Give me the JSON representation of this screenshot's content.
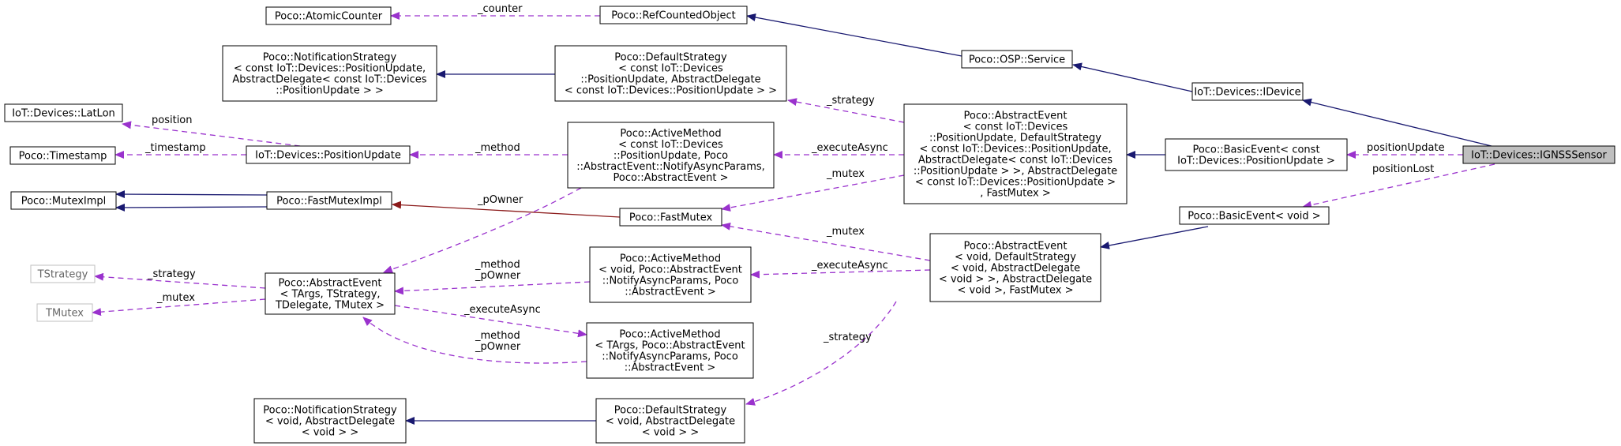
{
  "diagram": {
    "nodes": {
      "atomic_counter": [
        "Poco::AtomicCounter"
      ],
      "refcounted": [
        "Poco::RefCountedObject"
      ],
      "osp_service": [
        "Poco::OSP::Service"
      ],
      "idevice": [
        "IoT::Devices::IDevice"
      ],
      "ignss": [
        "IoT::Devices::IGNSSSensor"
      ],
      "notif_strategy_pu": [
        "Poco::NotificationStrategy",
        "< const IoT::Devices::PositionUpdate,",
        " AbstractDelegate< const IoT::Devices",
        "::PositionUpdate > >"
      ],
      "default_strategy_pu": [
        "Poco::DefaultStrategy",
        "< const IoT::Devices",
        "::PositionUpdate, AbstractDelegate",
        "< const IoT::Devices::PositionUpdate > >"
      ],
      "latlon": [
        "IoT::Devices::LatLon"
      ],
      "timestamp": [
        "Poco::Timestamp"
      ],
      "position_update": [
        "IoT::Devices::PositionUpdate"
      ],
      "active_method_pu": [
        "Poco::ActiveMethod",
        "< const IoT::Devices",
        "::PositionUpdate, Poco",
        "::AbstractEvent::NotifyAsyncParams,",
        " Poco::AbstractEvent >"
      ],
      "abstract_event_pu": [
        "Poco::AbstractEvent",
        "< const IoT::Devices",
        "::PositionUpdate, DefaultStrategy",
        "< const IoT::Devices::PositionUpdate,",
        " AbstractDelegate< const IoT::Devices",
        "::PositionUpdate > >, AbstractDelegate",
        "< const IoT::Devices::PositionUpdate >",
        ", FastMutex >"
      ],
      "basic_event_pu": [
        "Poco::BasicEvent< const",
        " IoT::Devices::PositionUpdate >"
      ],
      "mutex_impl": [
        "Poco::MutexImpl"
      ],
      "fast_mutex_impl": [
        "Poco::FastMutexImpl"
      ],
      "fast_mutex": [
        "Poco::FastMutex"
      ],
      "basic_event_void": [
        "Poco::BasicEvent< void >"
      ],
      "tstrategy": [
        "TStrategy"
      ],
      "tmutex": [
        "TMutex"
      ],
      "abstract_event_t": [
        "Poco::AbstractEvent",
        "< TArgs, TStrategy,",
        " TDelegate, TMutex >"
      ],
      "active_method_void": [
        "Poco::ActiveMethod",
        "< void, Poco::AbstractEvent",
        "::NotifyAsyncParams, Poco",
        "::AbstractEvent >"
      ],
      "abstract_event_void": [
        "Poco::AbstractEvent",
        "< void, DefaultStrategy",
        "< void, AbstractDelegate",
        "< void > >, AbstractDelegate",
        "< void >, FastMutex >"
      ],
      "active_method_t": [
        "Poco::ActiveMethod",
        "< TArgs, Poco::AbstractEvent",
        "::NotifyAsyncParams, Poco",
        "::AbstractEvent >"
      ],
      "notif_strategy_void": [
        "Poco::NotificationStrategy",
        "< void, AbstractDelegate",
        "< void > >"
      ],
      "default_strategy_void": [
        "Poco::DefaultStrategy",
        "< void, AbstractDelegate",
        "< void > >"
      ]
    },
    "edge_labels": {
      "counter": "_counter",
      "strategy_pu": "_strategy",
      "position_update": "positionUpdate",
      "position_lost": "positionLost",
      "position": "position",
      "timestamp": "_timestamp",
      "method": "_method",
      "execute_async_pu": "_executeAsync",
      "mutex_pu": "_mutex",
      "powner": "_pOwner",
      "mutex_void": "_mutex",
      "strategy_t": "_strategy",
      "method_powner_1": "_method\n_pOwner",
      "execute_async_void": "_executeAsync",
      "mutex_t": "_mutex",
      "execute_async_t": "_executeAsync",
      "method_powner_2": "_method\n_pOwner",
      "strategy_void": "_strategy"
    },
    "colors": {
      "inheritance": "#191970",
      "usage": "#9a32cd",
      "private_inheritance": "#8b1a1a",
      "highlight_fill": "#bfbfbf",
      "undocumented_border": "#bfbfbf"
    }
  }
}
